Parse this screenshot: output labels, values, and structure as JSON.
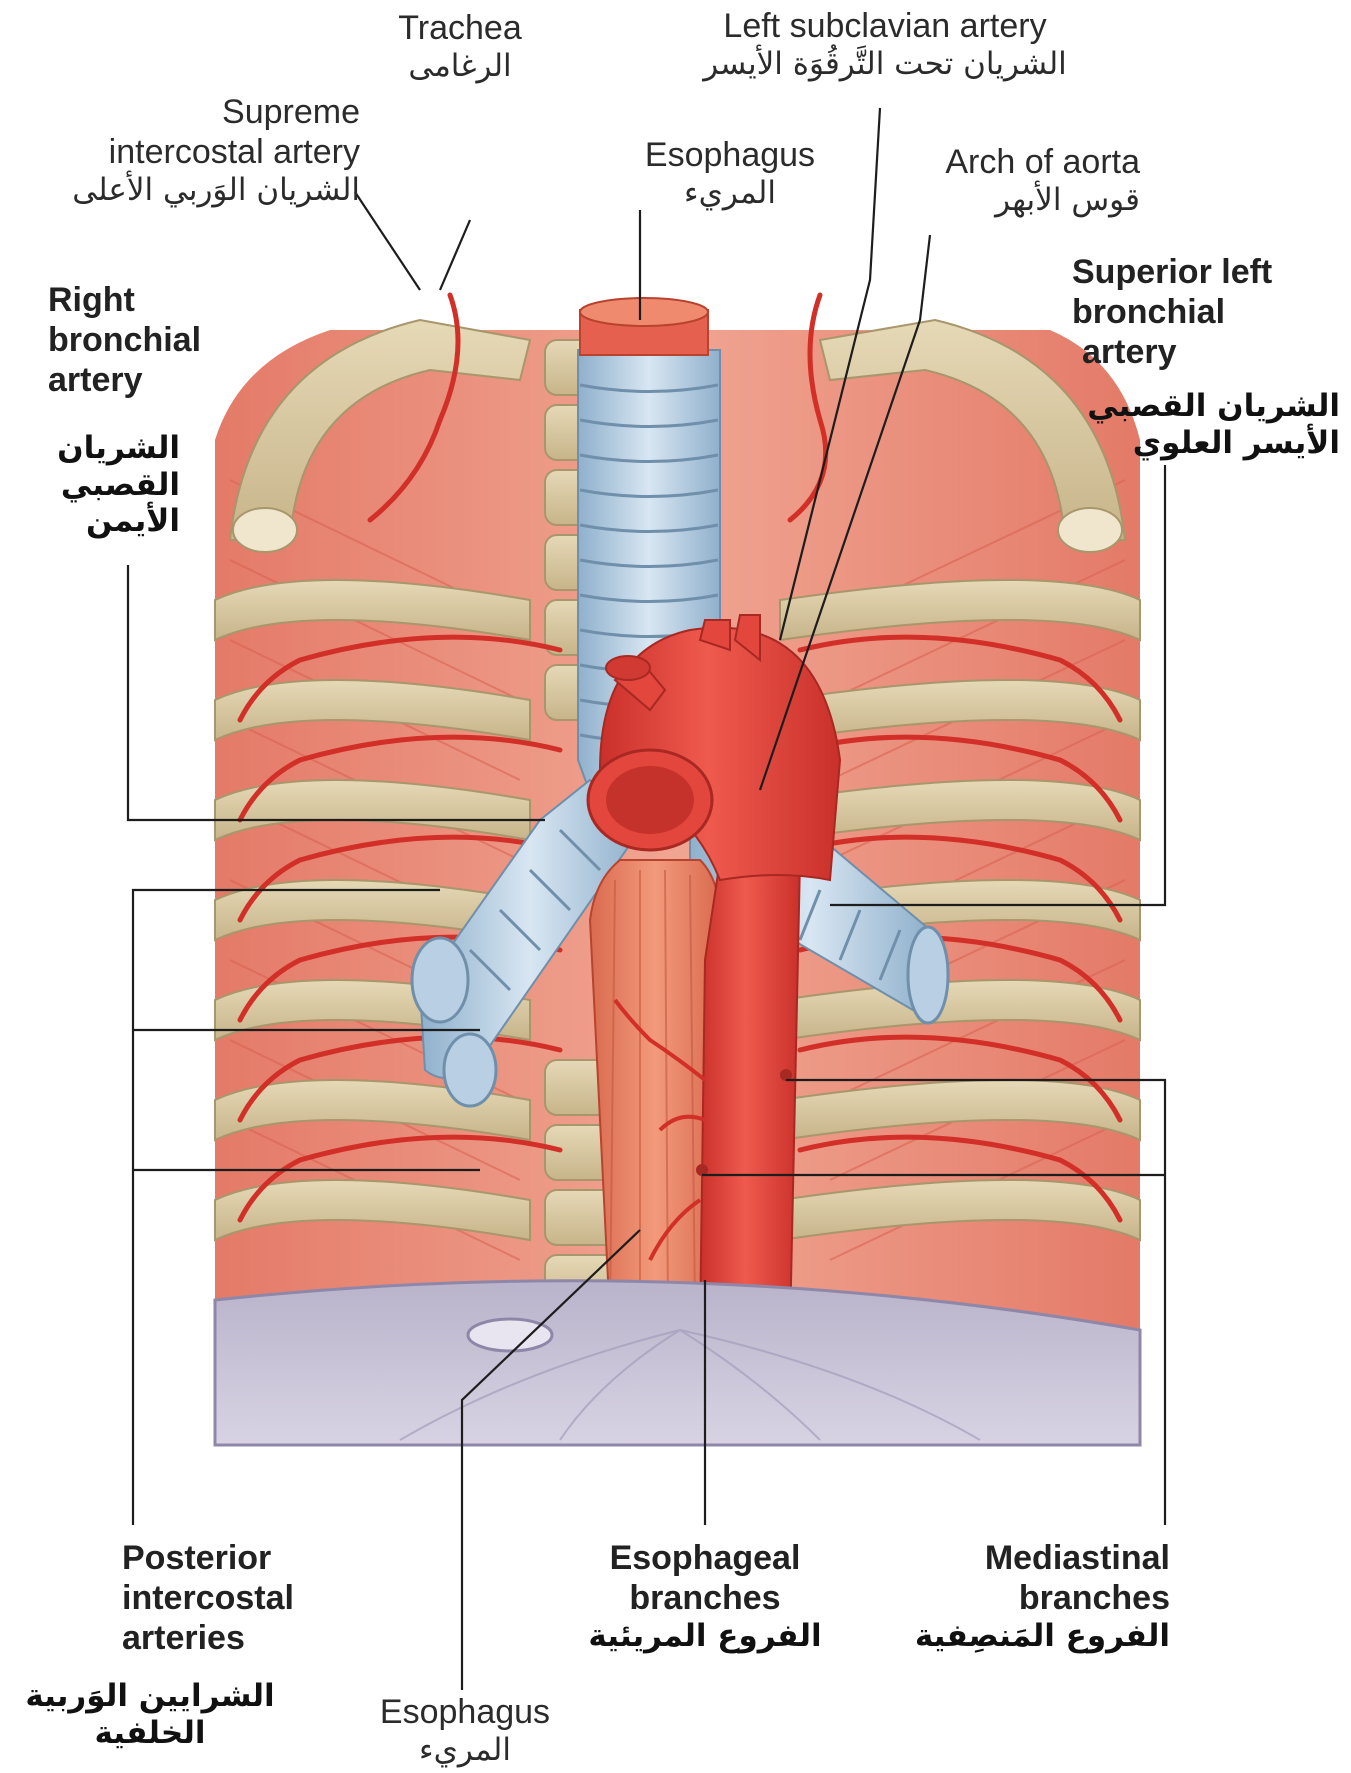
{
  "labels": {
    "trachea": {
      "en": "Trachea",
      "ar": "الرغامى"
    },
    "left_subclavian": {
      "en": "Left subclavian artery",
      "ar": "الشريان تحت التَّرقُوَة الأيسر"
    },
    "supreme_intercostal": {
      "en1": "Supreme",
      "en2": "intercostal artery",
      "ar": "الشريان الوَربي الأعلى"
    },
    "esophagus_top": {
      "en": "Esophagus",
      "ar": "المريء"
    },
    "arch_aorta": {
      "en": "Arch of aorta",
      "ar": "قوس الأبهر"
    },
    "right_bronchial": {
      "en1": "Right",
      "en2": "bronchial",
      "en3": "artery",
      "ar1": "الشريان",
      "ar2": "القصبي",
      "ar3": "الأيمن"
    },
    "superior_left_bronchial": {
      "en1": "Superior left",
      "en2": "bronchial",
      "en3": "artery",
      "ar1": "الشريان القصبي",
      "ar2": "الأيسر العلوي"
    },
    "posterior_intercostal": {
      "en1": "Posterior",
      "en2": "intercostal",
      "en3": "arteries",
      "ar1": "الشرايين الوَربية",
      "ar2": "الخلفية"
    },
    "esophageal_branches": {
      "en1": "Esophageal",
      "en2": "branches",
      "ar": "الفروع المريئية"
    },
    "mediastinal_branches": {
      "en1": "Mediastinal",
      "en2": "branches",
      "ar": "الفروع المَنصِفية"
    },
    "esophagus_bottom": {
      "en": "Esophagus",
      "ar": "المريء"
    }
  },
  "colors": {
    "muscle": "#e98a78",
    "muscle_dark": "#cf5b4c",
    "bone": "#d9c9a2",
    "trachea": "#b9d0e4",
    "trachea_dark": "#7f9fbd",
    "aorta": "#e2463d",
    "artery": "#d63a31",
    "diaphragm": "#c9c3d6"
  }
}
